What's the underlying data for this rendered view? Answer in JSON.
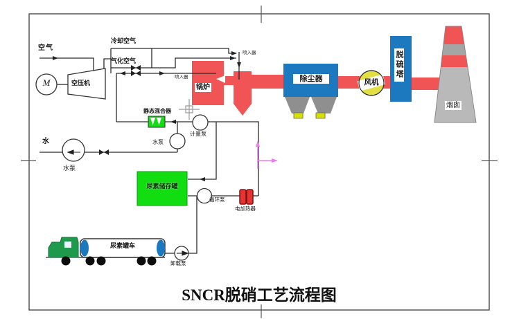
{
  "title": "SNCR脱硝工艺流程图",
  "labels": {
    "air": "空气",
    "cooling_air": "冷却空气",
    "gasification_air": "气化空气",
    "motor": "M",
    "compressor": "空压机",
    "injector_top": "喷入器",
    "injector_side": "喷入器",
    "boiler": "锅炉",
    "dust_collector": "除尘器",
    "fan": "风机",
    "desulfurization_tower": "脱硫塔",
    "chimney": "烟囱",
    "static_mixer": "静态混合器",
    "metering_pump": "计量泵",
    "water": "水",
    "water_pump": "水泵",
    "water_pump_booster": "水泵",
    "urea_storage_tank": "尿素储存罐",
    "circulation_pump": "循环泵",
    "electric_heater": "电加热器",
    "urea_tank_truck": "尿素罐车",
    "unloading_pump": "卸载泵"
  },
  "colors": {
    "flue_red": "#f15454",
    "equipment_blue": "#1c79c0",
    "hopper_gray": "#8f8f8f",
    "chimney_gray": "#b9b9b9",
    "chimney_band_gray": "#a5a5a5",
    "fan_yellow": "#e2df43",
    "outlet_yellow": "#d7e000",
    "tank_green": "#11dd11",
    "cab_green": "#1f9a4d",
    "heater_red": "#e93333",
    "cursor_pink": "#ef7bef",
    "line_dark": "#2a2a2a"
  }
}
